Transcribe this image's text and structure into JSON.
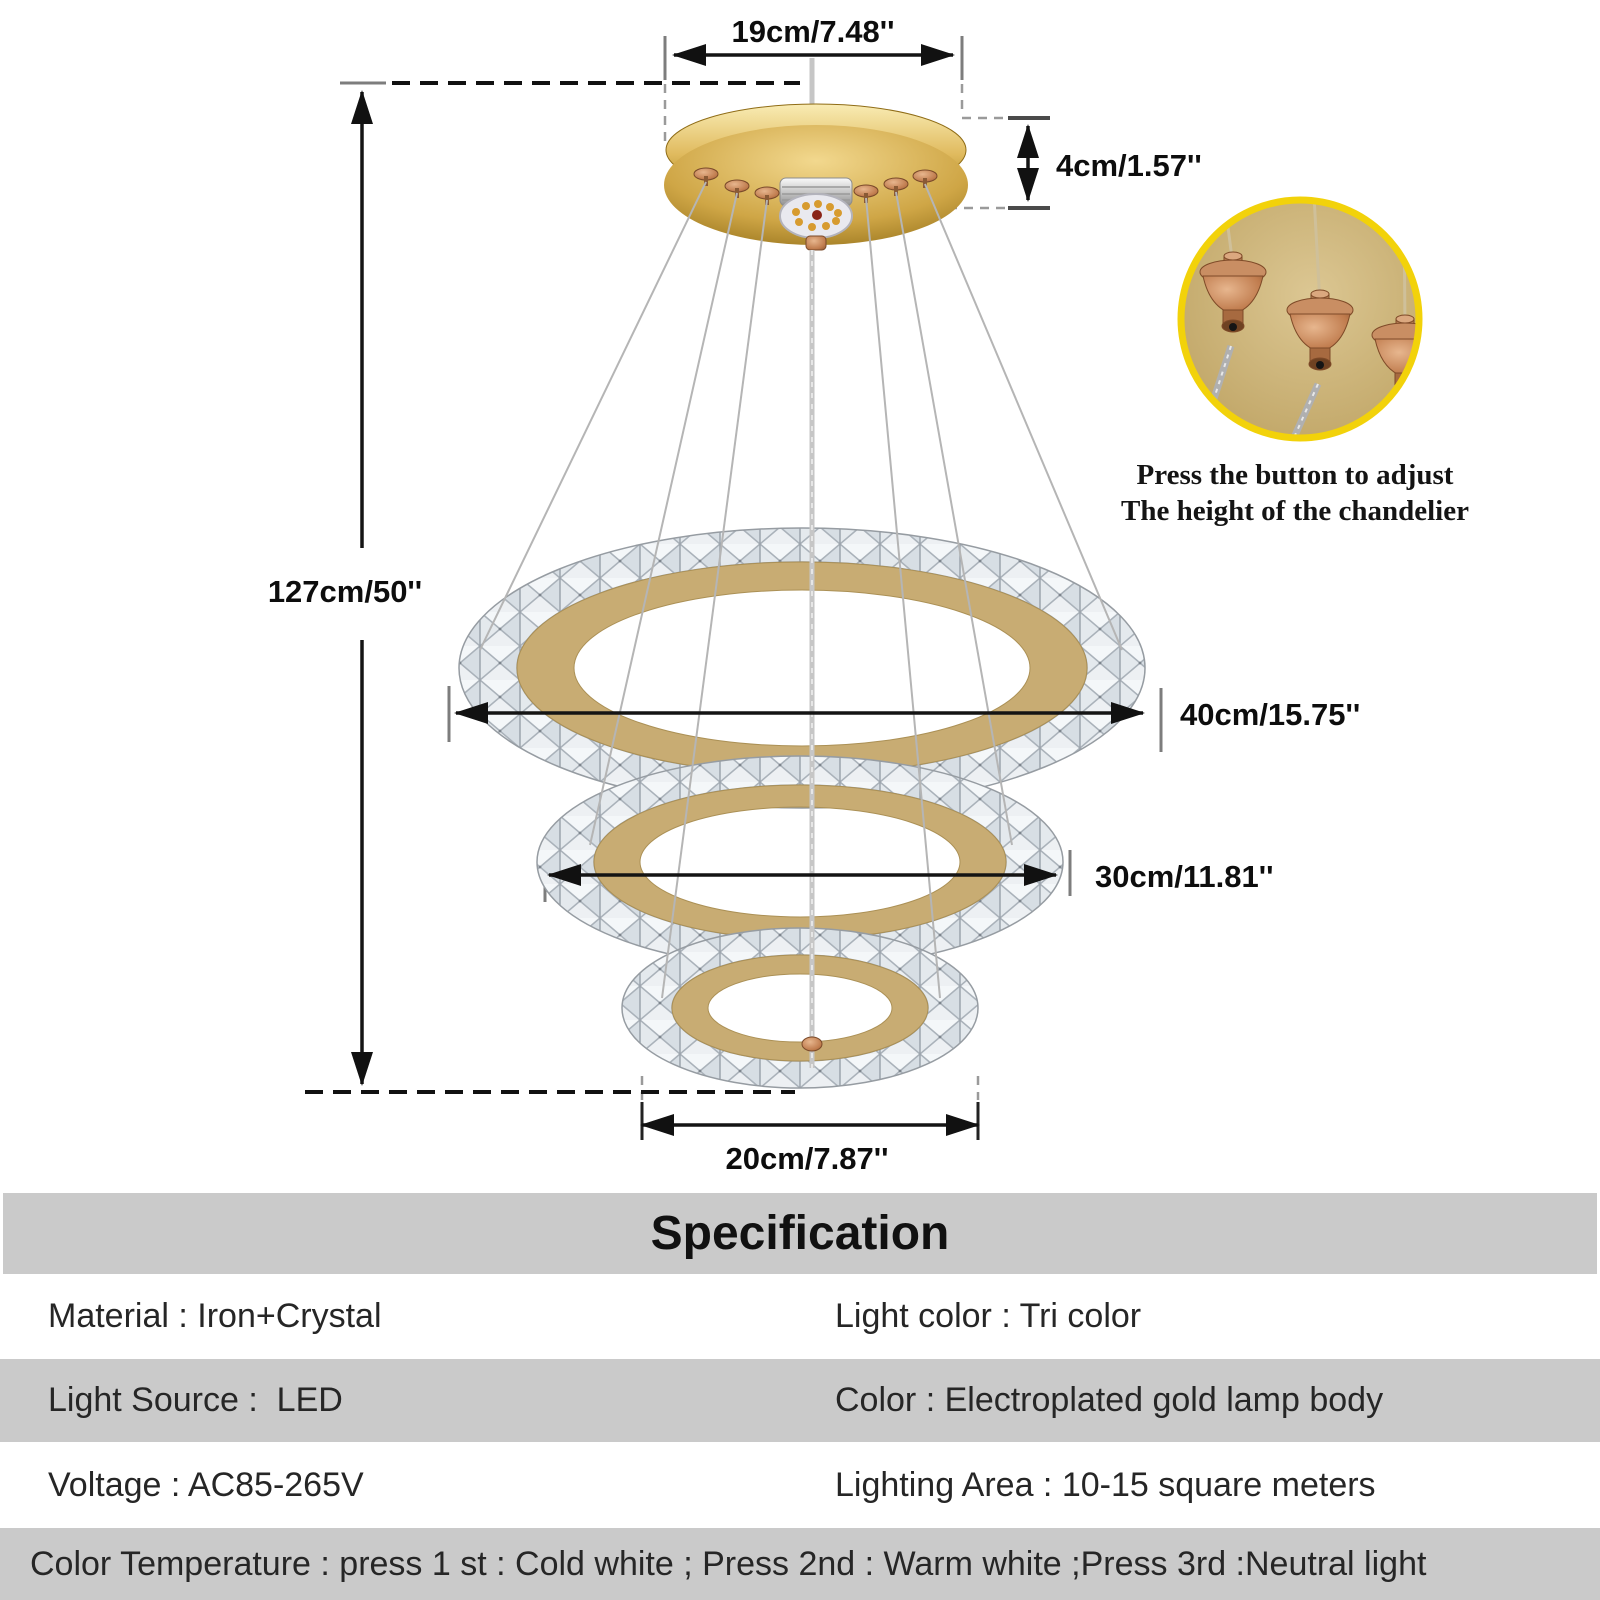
{
  "dimensions": {
    "canopy_diameter": "19cm/7.48''",
    "canopy_height": "4cm/1.57''",
    "overall_height": "127cm/50''",
    "large_ring": "40cm/15.75''",
    "medium_ring": "30cm/11.81''",
    "small_ring": "20cm/7.87''"
  },
  "inset": {
    "caption_line1": "Press the button to adjust",
    "caption_line2": "The height of the chandelier"
  },
  "specification": {
    "title": "Specification",
    "rows": [
      {
        "left": "Material : Iron+Crystal",
        "right": "Light color : Tri color"
      },
      {
        "left": "Light Source :  LED",
        "right": "Color : Electroplated gold lamp body"
      },
      {
        "left": "Voltage : AC85-265V",
        "right": "Lighting Area : 10-15 square meters"
      }
    ],
    "footer_row": "Color Temperature : press 1 st : Cold white ; Press 2nd : Warm white ;Press 3rd :Neutral light"
  },
  "colors": {
    "accent_yellow": "#f2d20a",
    "gold_body": "#c9a24a",
    "ring_face_tan": "#c8ac73",
    "table_gray": "#cacaca"
  }
}
